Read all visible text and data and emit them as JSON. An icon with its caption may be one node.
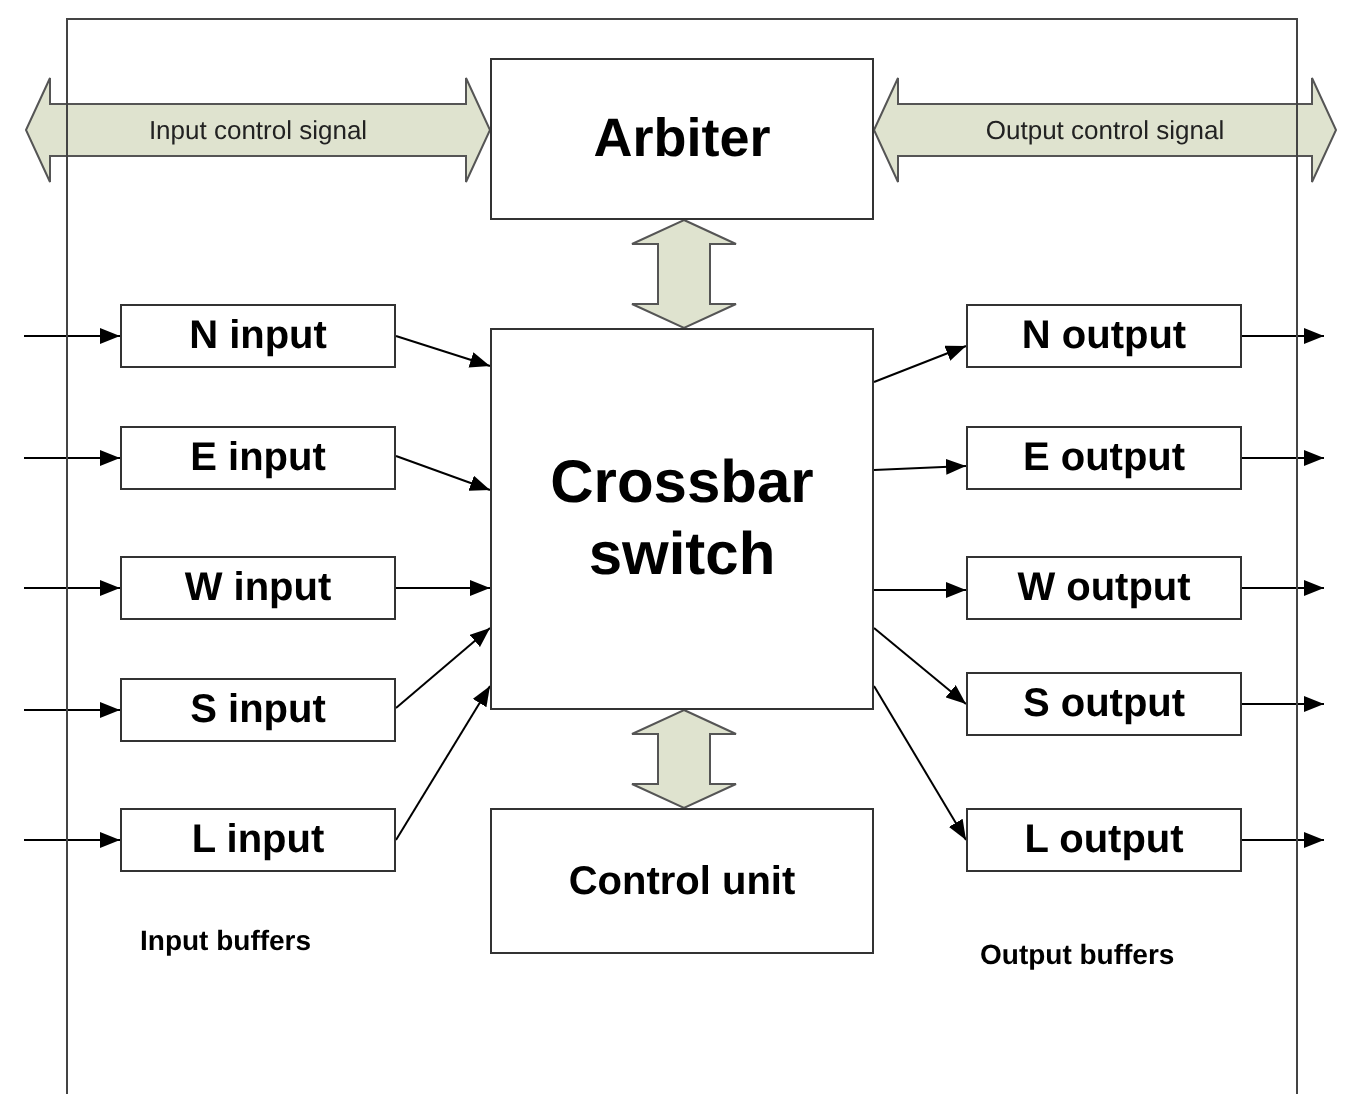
{
  "diagram": {
    "nodes": [
      {
        "text": [],
        "shape": "box"
      },
      {
        "text": [
          "Arbiter"
        ],
        "in": 0
      },
      {
        "text": [
          "Crossbar switch"
        ],
        "in": 0
      },
      {
        "text": [
          "Control unit"
        ],
        "in": 0
      },
      {
        "text": [
          "N input"
        ],
        "in": 0
      },
      {
        "text": [
          "E input"
        ],
        "in": 0
      },
      {
        "text": [
          "W input"
        ],
        "in": 0
      },
      {
        "text": [
          "S input"
        ],
        "in": 0
      },
      {
        "text": [
          "L input"
        ],
        "in": 0
      },
      {
        "text": [
          "N output"
        ],
        "in": 0
      },
      {
        "text": [
          "E output"
        ],
        "in": 0
      },
      {
        "text": [
          "W output"
        ],
        "in": 0
      },
      {
        "text": [
          "S output"
        ],
        "in": 0
      },
      {
        "text": [
          "L output"
        ],
        "in": 0
      }
    ],
    "edges": [
      {
        "from": null,
        "to": 1,
        "arrow": "both",
        "label": "Input control signal",
        "style": "thick"
      },
      {
        "from": 1,
        "to": null,
        "arrow": "both",
        "label": "Output control signal",
        "style": "thick"
      },
      {
        "from": 1,
        "to": 2,
        "arrow": "both",
        "style": "thick"
      },
      {
        "from": 2,
        "to": 3,
        "arrow": "both",
        "style": "thick"
      },
      {
        "from": null,
        "to": 4,
        "arrow": "to"
      },
      {
        "from": null,
        "to": 5,
        "arrow": "to"
      },
      {
        "from": null,
        "to": 6,
        "arrow": "to"
      },
      {
        "from": null,
        "to": 7,
        "arrow": "to"
      },
      {
        "from": null,
        "to": 8,
        "arrow": "to"
      },
      {
        "from": 4,
        "to": 2,
        "arrow": "to"
      },
      {
        "from": 5,
        "to": 2,
        "arrow": "to"
      },
      {
        "from": 6,
        "to": 2,
        "arrow": "to"
      },
      {
        "from": 7,
        "to": 2,
        "arrow": "to"
      },
      {
        "from": 8,
        "to": 2,
        "arrow": "to"
      },
      {
        "from": 2,
        "to": 9,
        "arrow": "to"
      },
      {
        "from": 2,
        "to": 10,
        "arrow": "to"
      },
      {
        "from": 2,
        "to": 11,
        "arrow": "to"
      },
      {
        "from": 2,
        "to": 12,
        "arrow": "to"
      },
      {
        "from": 2,
        "to": 13,
        "arrow": "to"
      },
      {
        "from": 9,
        "to": null,
        "arrow": "to"
      },
      {
        "from": 10,
        "to": null,
        "arrow": "to"
      },
      {
        "from": 11,
        "to": null,
        "arrow": "to"
      },
      {
        "from": 12,
        "to": null,
        "arrow": "to"
      },
      {
        "from": 13,
        "to": null,
        "arrow": "to"
      }
    ],
    "labels": [
      "Input buffers",
      "Output buffers"
    ]
  }
}
